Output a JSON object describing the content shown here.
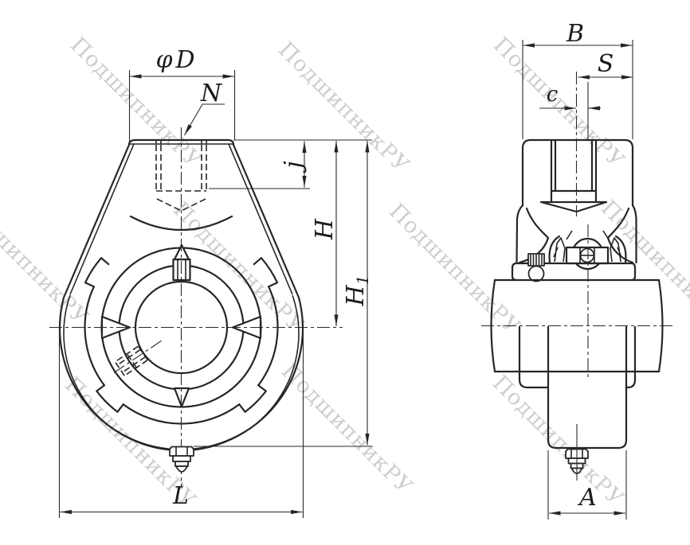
{
  "title": "Hanger bearing unit drawing",
  "labels": {
    "dia": "φD",
    "n": "N",
    "j": "j",
    "h": "H",
    "h1_main": "H",
    "h1_sub": "1",
    "l": "L",
    "b": "B",
    "s": "S",
    "c": "c",
    "a": "A"
  },
  "watermark": {
    "text": "ПодшипникРУ",
    "color": "#c3c3c3"
  },
  "colors": {
    "line": "#262626",
    "background": "#ffffff"
  }
}
